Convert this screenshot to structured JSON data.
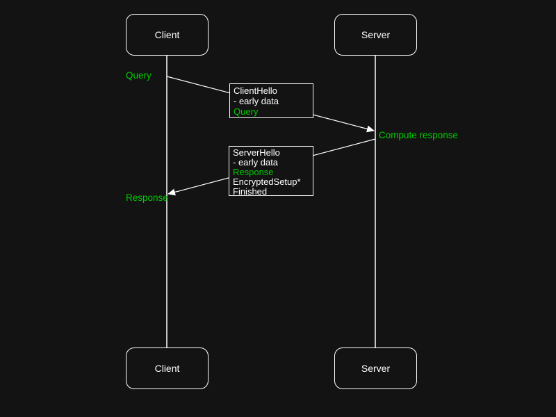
{
  "colors": {
    "background": "#131313",
    "stroke": "#ffffff",
    "text": "#ffffff",
    "accent_green": "#00cc00"
  },
  "actors": {
    "client_top": "Client",
    "server_top": "Server",
    "client_bottom": "Client",
    "server_bottom": "Server"
  },
  "annotations": {
    "query": "Query",
    "compute_response": "Compute response",
    "response": "Response"
  },
  "messages": {
    "client_hello": {
      "line1": "ClientHello",
      "line2": "- early data",
      "line3": "Query"
    },
    "server_hello": {
      "line1": "ServerHello",
      "line2": "- early data",
      "line3": "Response",
      "line4": "EncryptedSetup*",
      "line5": "Finished"
    }
  }
}
